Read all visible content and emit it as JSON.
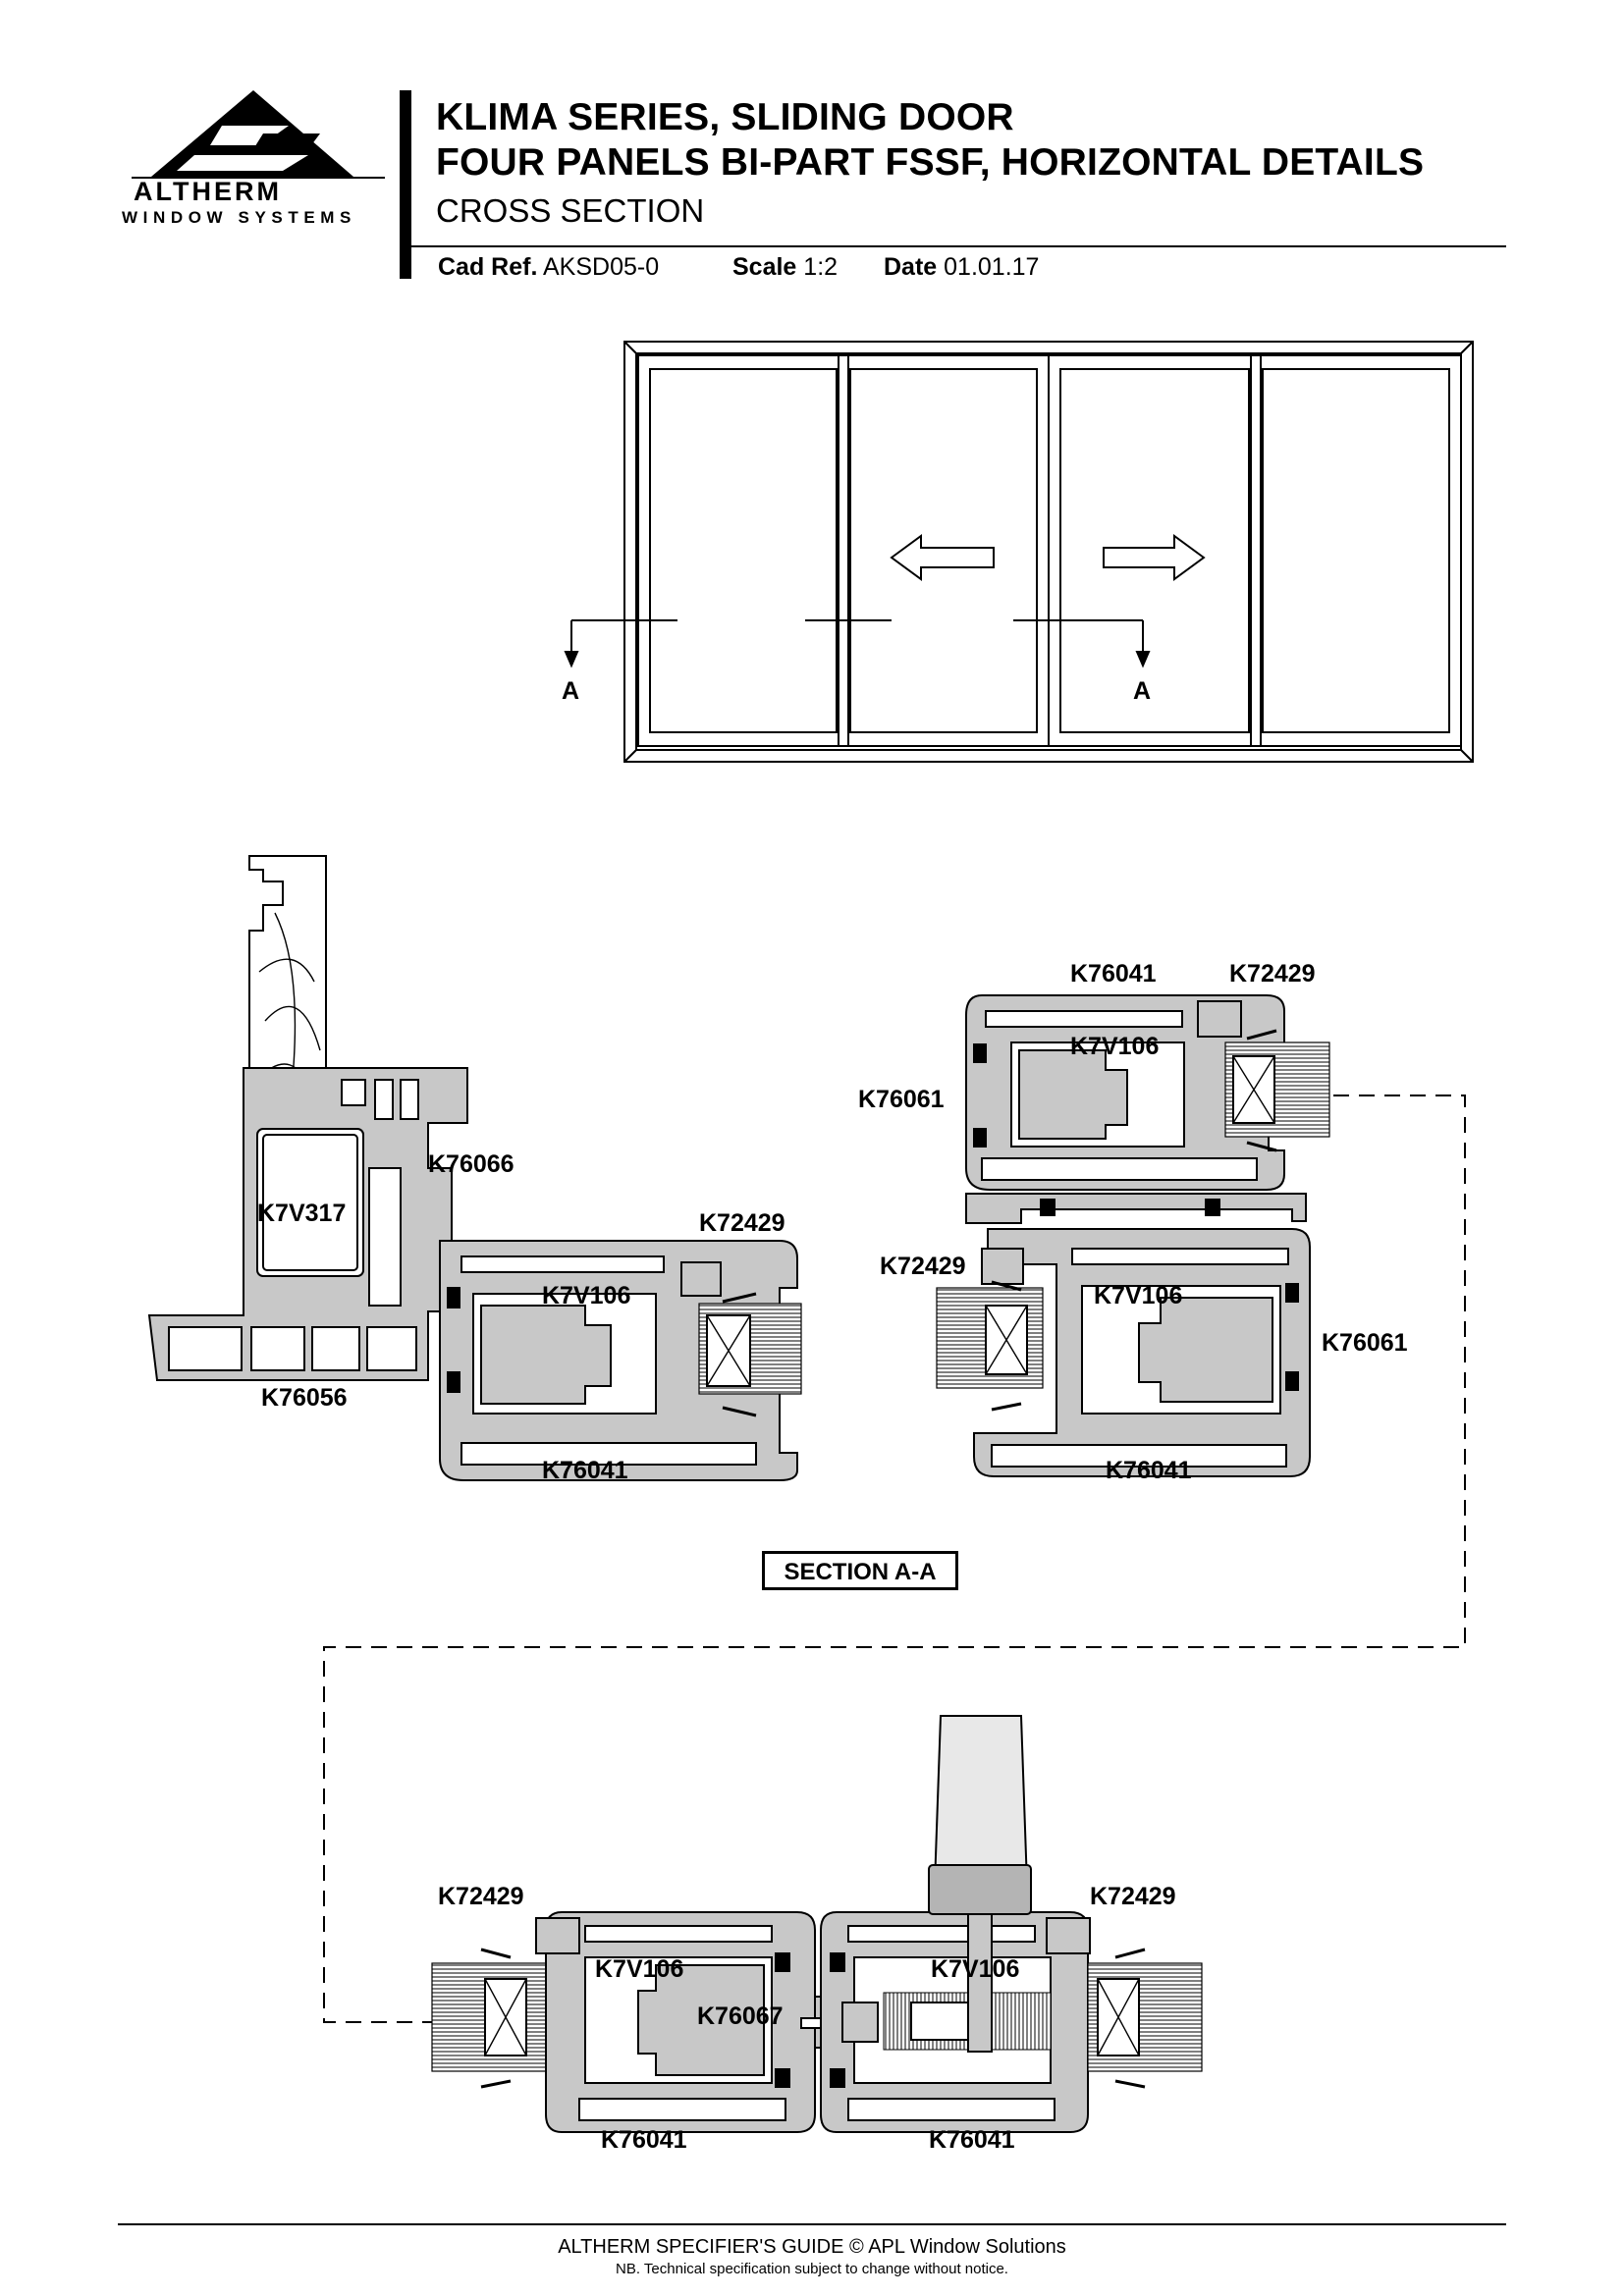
{
  "header": {
    "brand": "ALTHERM",
    "brand_tagline": "WINDOW SYSTEMS",
    "title_line1": "KLIMA SERIES, SLIDING DOOR",
    "title_line2": "FOUR PANELS BI-PART FSSF, HORIZONTAL DETAILS",
    "subtitle": "CROSS SECTION",
    "cad_ref_label": "Cad Ref.",
    "cad_ref_value": "AKSD05-0",
    "scale_label": "Scale",
    "scale_value": "1:2",
    "date_label": "Date",
    "date_value": "01.01.17"
  },
  "elevation": {
    "section_mark_left": "A",
    "section_mark_right": "A"
  },
  "section_title": "SECTION A-A",
  "profile_labels": {
    "fixed_left_upper": "K76066",
    "fixed_left_reinforcement": "K7V317",
    "fixed_left_sill": "K76056",
    "panel1_bead": "K72429",
    "panel1_reinforcement": "K7V106",
    "panel1_sash": "K76041",
    "upper_right_sash_top": "K76041",
    "upper_right_bead_top": "K72429",
    "upper_right_reinforcement_top": "K7V106",
    "upper_right_frame_left": "K76061",
    "upper_right_bead_left": "K72429",
    "upper_right_reinforcement_bottom": "K7V106",
    "upper_right_frame_right": "K76061",
    "upper_right_sash_bottom": "K76041",
    "meeting_bead_left": "K72429",
    "meeting_bead_right": "K72429",
    "meeting_reinforcement_left": "K7V106",
    "meeting_reinforcement_right": "K7V106",
    "meeting_interlock": "K76067",
    "meeting_sash_left": "K76041",
    "meeting_sash_right": "K76041"
  },
  "footer": {
    "line1": "ALTHERM SPECIFIER'S GUIDE  © APL Window Solutions",
    "line2": "NB. Technical specification subject to change without notice."
  },
  "colors": {
    "profile_fill": "#c8c8c8",
    "line": "#000000",
    "background": "#ffffff"
  }
}
